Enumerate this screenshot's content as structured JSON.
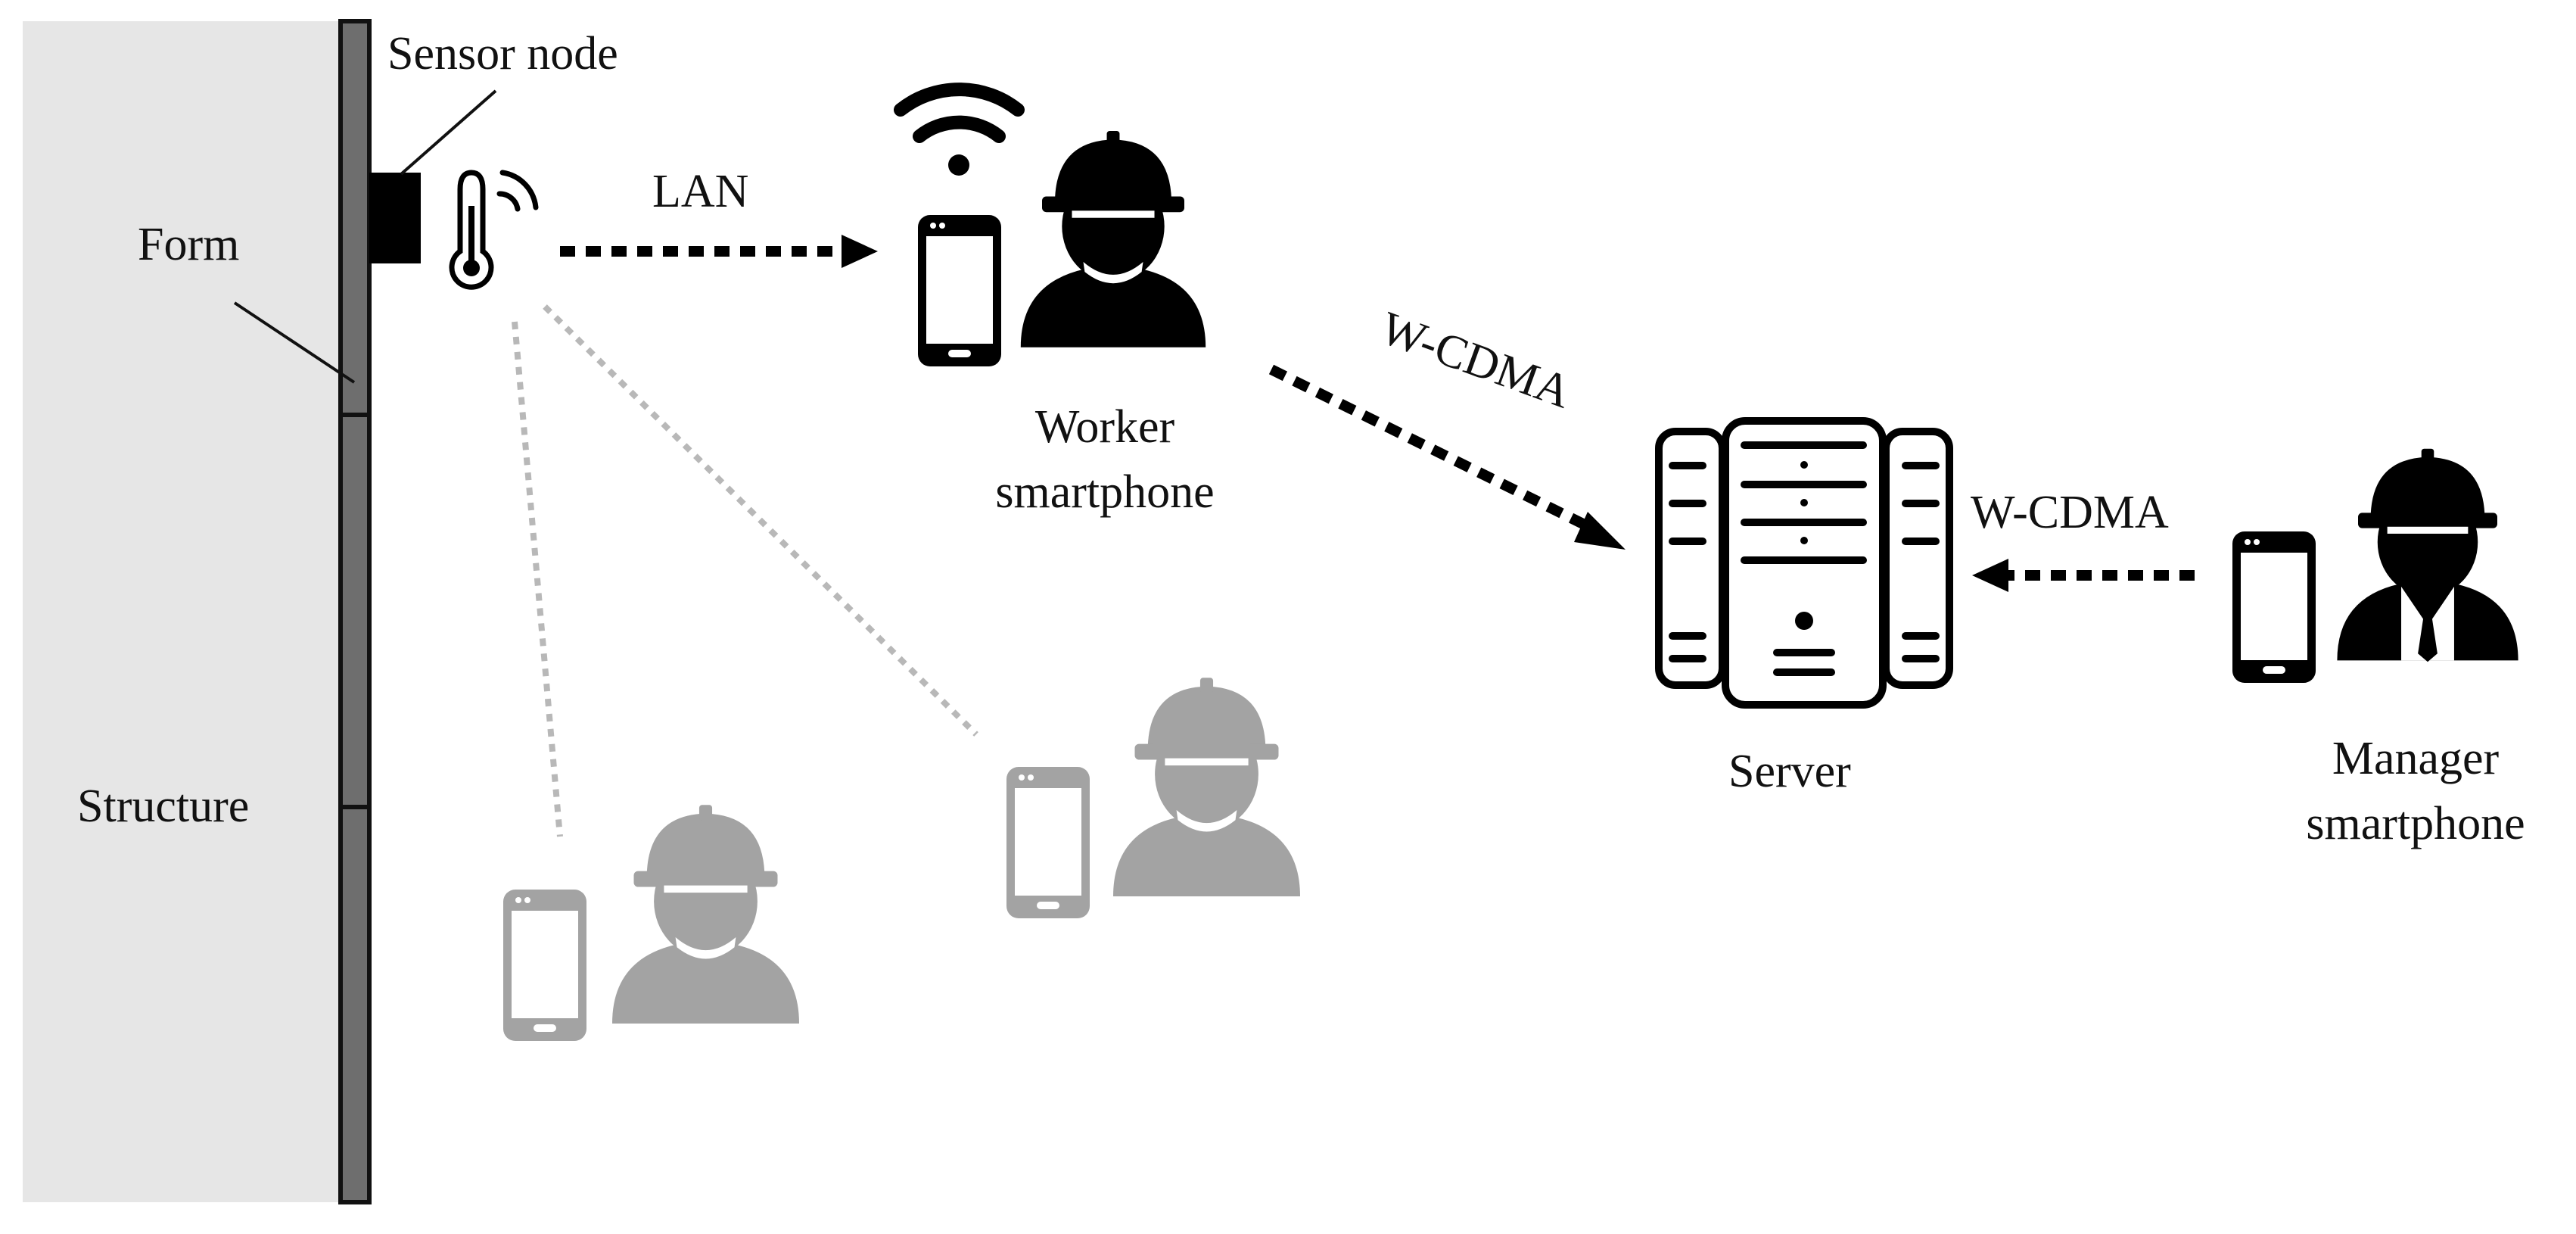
{
  "labels": {
    "sensor_node": "Sensor node",
    "form": "Form",
    "structure": "Structure",
    "lan": "LAN",
    "wcdma_worker": "W-CDMA",
    "wcdma_manager": "W-CDMA",
    "worker_line1": "Worker",
    "worker_line2": "smartphone",
    "server": "Server",
    "manager_line1": "Manager",
    "manager_line2": "smartphone"
  },
  "colors": {
    "structure_fill": "#e6e6e6",
    "form_bar": "#6e6e6e",
    "active_icon": "#000000",
    "inactive_icon": "#a3a3a3",
    "dotted_inactive": "#b8b8b8"
  },
  "icons": [
    "thermometer-icon",
    "signal-waves-icon",
    "wifi-icon",
    "smartphone-icon",
    "worker-helmet-icon",
    "server-icon",
    "manager-helmet-icon"
  ]
}
